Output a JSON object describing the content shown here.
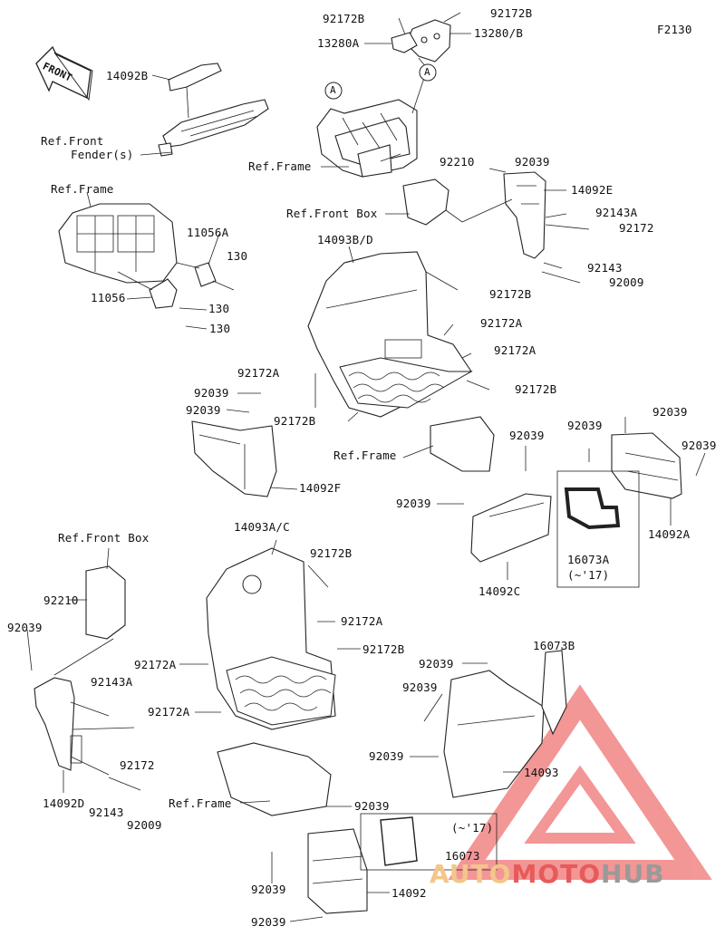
{
  "diagram_code": "F2130",
  "front_sign": "FRONT",
  "callout_a": "A",
  "labels": {
    "p92172B_top_left": "92172B",
    "p92172B_top_right": "92172B",
    "p13280A": "13280A",
    "p13280B": "13280/B",
    "p14092B": "14092B",
    "ref_front_fender_1": "Ref.Front",
    "ref_front_fender_2": "Fender(s)",
    "ref_frame_top": "Ref.Frame",
    "ref_frame_left": "Ref.Frame",
    "p92210_top": "92210",
    "p92039_top": "92039",
    "p14092E": "14092E",
    "ref_front_box_top": "Ref.Front Box",
    "p92143A_top": "92143A",
    "p92172_top": "92172",
    "p92143_top": "92143",
    "p92009_top": "92009",
    "p11056A": "11056A",
    "p130_a": "130",
    "p11056": "11056",
    "p130_b": "130",
    "p130_c": "130",
    "p14093BD": "14093B/D",
    "p92172B_mid1": "92172B",
    "p92172A_mid1": "92172A",
    "p92172A_mid2": "92172A",
    "p92172A_mid3": "92172A",
    "p92172B_mid2": "92172B",
    "p92039_mid1": "92039",
    "p92039_mid2": "92039",
    "p92172B_mid3": "92172B",
    "ref_frame_mid": "Ref.Frame",
    "p14092F": "14092F",
    "p92039_r1": "92039",
    "p92039_r2": "92039",
    "p92039_r3": "92039",
    "p92039_r4": "92039",
    "p92039_r5": "92039",
    "p14092C": "14092C",
    "p16073A": "16073A",
    "p16073A_note": "(~'17)",
    "p14092A": "14092A",
    "ref_front_box_left": "Ref.Front Box",
    "p14093AC": "14093A/C",
    "p92172B_low1": "92172B",
    "p92210_left": "92210",
    "p92172A_low1": "92172A",
    "p92039_left": "92039",
    "p92172A_low2": "92172A",
    "p92172B_low2": "92172B",
    "p92143A_left": "92143A",
    "p92172A_low3": "92172A",
    "p92172_left": "92172",
    "p14092D": "14092D",
    "p92143_left": "92143",
    "p92009_left": "92009",
    "ref_frame_low": "Ref.Frame",
    "p16073B": "16073B",
    "p92039_low1": "92039",
    "p92039_low2": "92039",
    "p92039_low3": "92039",
    "p14093": "14093",
    "p92039_low4": "92039",
    "p16073_note": "(~'17)",
    "p16073": "16073",
    "p92039_low5": "92039",
    "p14092": "14092",
    "p92039_low6": "92039"
  },
  "watermark": {
    "part1": "AUTO",
    "part2": "MOTO",
    "part3": "HUB",
    "color_auto": "#f3c68a",
    "color_moto": "#e85a5a",
    "color_hub": "#9a9a9a",
    "color_triangle": "#ef6b6b"
  }
}
